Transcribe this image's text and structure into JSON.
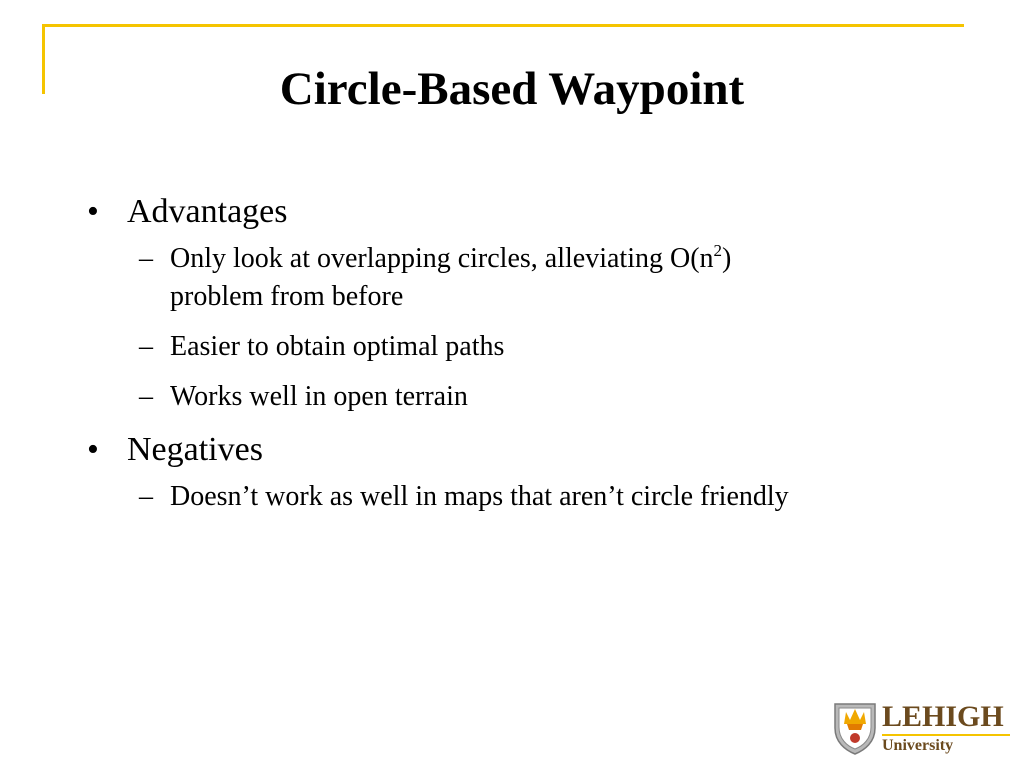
{
  "colors": {
    "accent": "#f5c400",
    "brand": "#6b4a1e"
  },
  "slide": {
    "title": "Circle-Based Waypoint",
    "sections": [
      {
        "heading": "Advantages",
        "items": [
          {
            "pre": "Only look at overlapping circles, alleviating O(n",
            "sup": "2",
            "post": ")",
            "line2": "problem from before"
          },
          {
            "text": "Easier to obtain optimal paths"
          },
          {
            "text": "Works well in open terrain"
          }
        ]
      },
      {
        "heading": "Negatives",
        "items": [
          {
            "text": "Doesn’t work as well in maps that aren’t circle friendly"
          }
        ]
      }
    ],
    "bullet_glyph": "•",
    "dash_glyph": "–"
  },
  "logo": {
    "name": "LEHIGH",
    "sub": "University",
    "icon": "shield-icon"
  }
}
